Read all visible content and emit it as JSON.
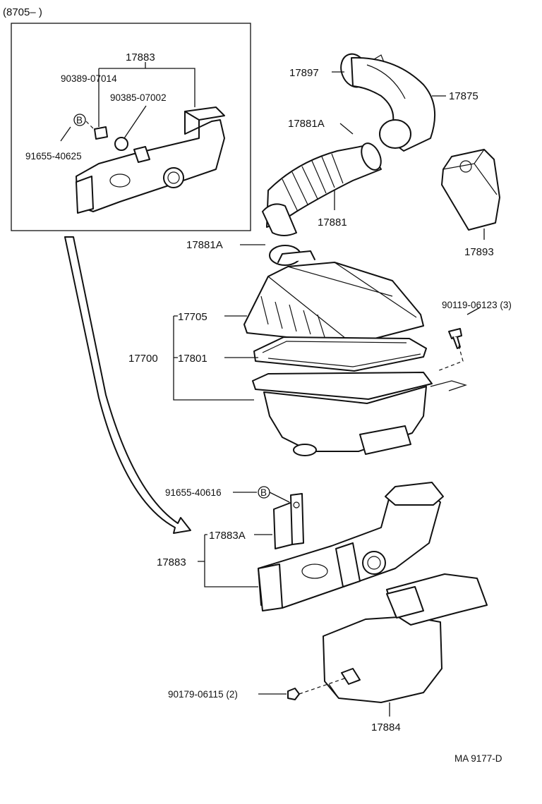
{
  "header": {
    "range": "(8705–        )"
  },
  "callout": {
    "part_17883": "17883",
    "bolt_a": "90389-07014",
    "bolt_b": "90385-07002",
    "clip": "91655-40625",
    "marker": "B"
  },
  "parts": {
    "p17897": "17897",
    "p17875": "17875",
    "p17881A_top": "17881A",
    "p17881": "17881",
    "p17881A_bottom": "17881A",
    "p17893": "17893",
    "p90119": "90119-06123 (3)",
    "p17705": "17705",
    "p17700": "17700",
    "p17801": "17801",
    "p91655_40616": "91655-40616",
    "p17883A": "17883A",
    "p17883": "17883",
    "p90179": "90179-06115 (2)",
    "p17884": "17884",
    "marker_b": "B"
  },
  "footer": {
    "code": "MA 9177-D"
  }
}
